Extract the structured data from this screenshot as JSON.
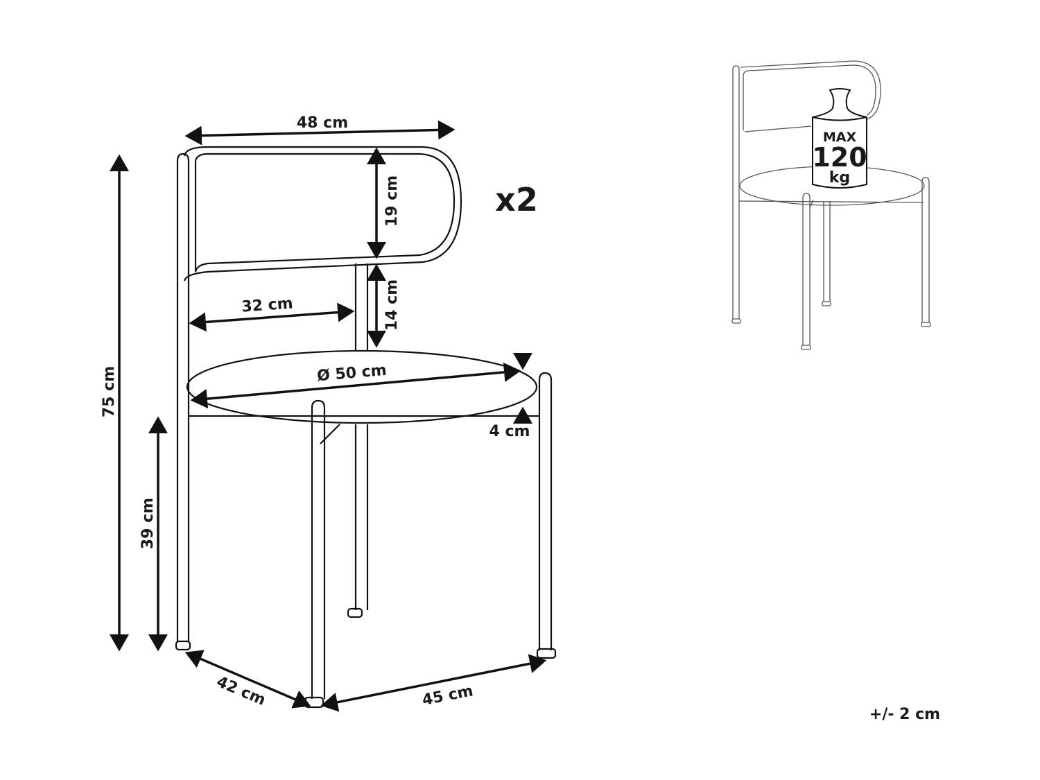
{
  "dimensions": {
    "width_back": "48 cm",
    "backrest_height": "19 cm",
    "back_gap": "14 cm",
    "inner_width": "32 cm",
    "seat_diameter": "Ø 50 cm",
    "seat_thickness": "4 cm",
    "total_height": "75 cm",
    "seat_height": "39 cm",
    "depth": "42 cm",
    "width": "45 cm"
  },
  "quantity": "x2",
  "tolerance": "+/- 2 cm",
  "max_load": {
    "line1": "MAX",
    "line2": "120",
    "line3": "kg"
  },
  "colors": {
    "ink": "#111111",
    "sketch": "#555555",
    "background": "#ffffff"
  }
}
